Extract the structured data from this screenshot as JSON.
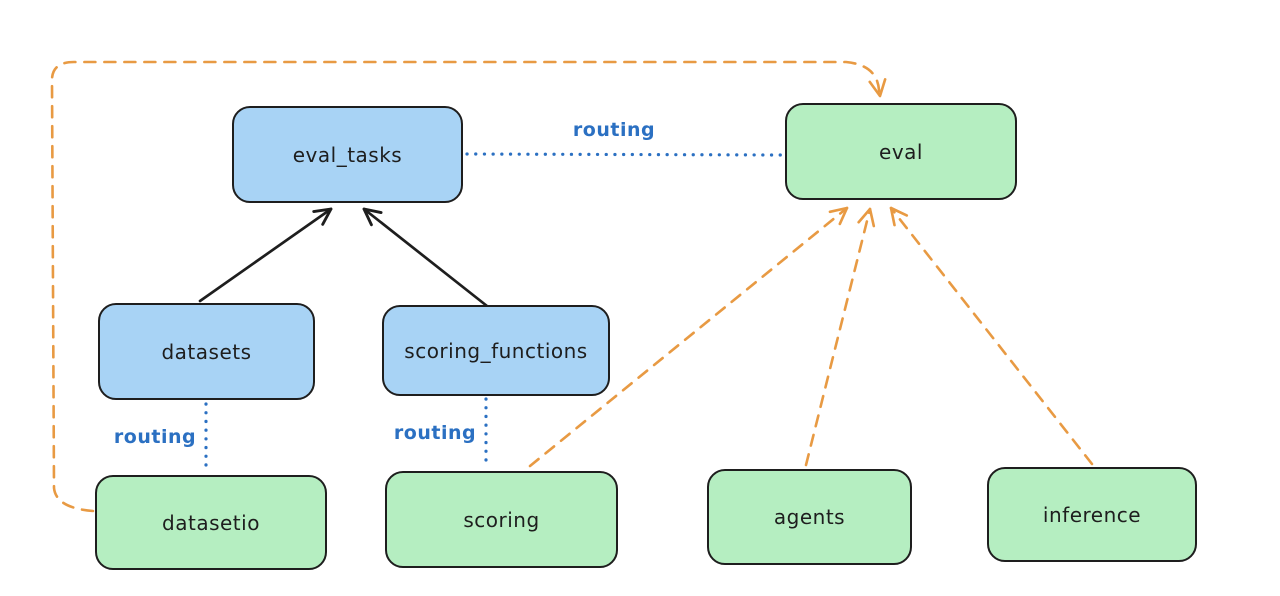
{
  "diagram": {
    "background_color": "#ffffff",
    "colors": {
      "stroke": "#1e1e1e",
      "blue_fill": "#a8d3f5",
      "green_fill": "#b5eec1",
      "orange": "#e89a43",
      "blue": "#2b70c2"
    },
    "nodes": [
      {
        "id": "eval_tasks",
        "label": "eval_tasks",
        "color": "blue"
      },
      {
        "id": "eval",
        "label": "eval",
        "color": "green"
      },
      {
        "id": "datasets",
        "label": "datasets",
        "color": "blue"
      },
      {
        "id": "scoring_functions",
        "label": "scoring_functions",
        "color": "blue"
      },
      {
        "id": "datasetio",
        "label": "datasetio",
        "color": "green"
      },
      {
        "id": "scoring",
        "label": "scoring",
        "color": "green"
      },
      {
        "id": "agents",
        "label": "agents",
        "color": "green"
      },
      {
        "id": "inference",
        "label": "inference",
        "color": "green"
      }
    ],
    "edge_labels": [
      {
        "text": "routing"
      },
      {
        "text": "routing"
      },
      {
        "text": "routing"
      }
    ],
    "edges": [
      {
        "from": "datasets",
        "to": "eval_tasks",
        "style": "solid-black-arrow"
      },
      {
        "from": "scoring_functions",
        "to": "eval_tasks",
        "style": "solid-black-arrow"
      },
      {
        "from": "eval_tasks",
        "to": "eval",
        "style": "dotted-blue",
        "label": "routing"
      },
      {
        "from": "datasets",
        "to": "datasetio",
        "style": "dotted-blue",
        "label": "routing"
      },
      {
        "from": "scoring_functions",
        "to": "scoring",
        "style": "dotted-blue",
        "label": "routing"
      },
      {
        "from": "datasetio",
        "to": "eval",
        "style": "dashed-orange-arrow"
      },
      {
        "from": "scoring",
        "to": "eval",
        "style": "dashed-orange-arrow"
      },
      {
        "from": "agents",
        "to": "eval",
        "style": "dashed-orange-arrow"
      },
      {
        "from": "inference",
        "to": "eval",
        "style": "dashed-orange-arrow"
      }
    ]
  }
}
